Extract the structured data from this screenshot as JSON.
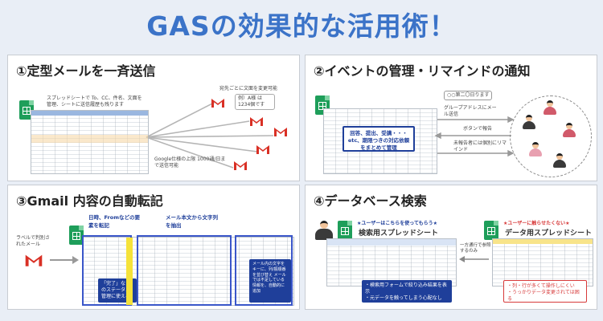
{
  "title": "GASの効果的な活用術！",
  "panels": {
    "p1": {
      "title": "①定型メールを一斉送信",
      "desc": "スプレッドシートで To、CC、件名、文面を管理、シートに送信履歴も残ります",
      "note_top": "宛先ごとに文面を変更可能",
      "bubble": "例）A様 は 1234個です",
      "note_bottom": "Google仕様の上限 1000通/日まで送信可能"
    },
    "p2": {
      "title": "②イベントの管理・リマインドの通知",
      "bubble": "○○第二〇日ります",
      "center": "回答、提出、受講・・・etc、期限つきの対応依頼をまとめて管理",
      "note1": "グループアドレスにメール送信",
      "note2": "ボタンで報告",
      "note3": "未報告者には個別にリマインド"
    },
    "p3": {
      "title": "③Gmail 内容の自動転記",
      "left_label": "ラベルで判別されたメール",
      "h1": "日時、Fromなどの要素を転記",
      "h2": "メール本文から文字列を抽出",
      "b1": "「完了」などのステータス管理に使える",
      "b2": "メール内の文字をキーに、列/振順番を並び替え メールでは不足している情報を、自動的に追加"
    },
    "p4": {
      "title": "④データベース検索",
      "tag_left": "★ユーザーはこちらを使ってもらう★",
      "tag_right": "★ユーザーに触らせたくない★",
      "sheet_left": "検索用スプレッドシート",
      "sheet_right": "データ用スプレッドシート",
      "mid": "一方通行で参照するのみ",
      "bl1": "・検索用フォームで絞り込み結果を表示",
      "bl2": "・元データを触ってしまう心配なし",
      "br1": "・列・行が多くて操作しにくい",
      "br2": "・うっかりデータ変更されては困る"
    }
  },
  "colors": {
    "title": "#3b73c8",
    "sheet": "#1e9e5a",
    "gmail_red": "#d93025",
    "navy": "#1f3f9a"
  }
}
